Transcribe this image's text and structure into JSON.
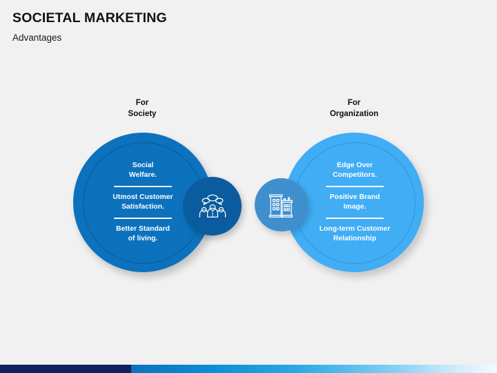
{
  "header": {
    "title": "SOCIETAL MARKETING",
    "subtitle": "Advantages"
  },
  "colors": {
    "background": "#f1f1f1",
    "society_circle": "#0c72be",
    "society_icon_circle": "#0b5c9e",
    "organization_circle": "#40adf5",
    "organization_icon_circle": "#3e8fcc",
    "divider": "#ffffff",
    "text_on_circle": "#ffffff",
    "title_text": "#121212",
    "bar_navy": "#12225e",
    "bar_gradient_start": "#0b72be",
    "bar_gradient_end": "#f3fbff"
  },
  "diagram": {
    "groups": [
      {
        "id": "society",
        "label_line1": "For",
        "label_line2": "Society",
        "icon": "people-group-icon",
        "items": [
          "Social\nWelfare.",
          "Utmost Customer\nSatisfaction.",
          "Better Standard\nof living."
        ]
      },
      {
        "id": "organization",
        "label_line1": "For",
        "label_line2": "Organization",
        "icon": "office-building-icon",
        "items": [
          "Edge Over\nCompetitors.",
          "Positive Brand\nImage.",
          "Long-term Customer\nRelationship"
        ]
      }
    ]
  }
}
